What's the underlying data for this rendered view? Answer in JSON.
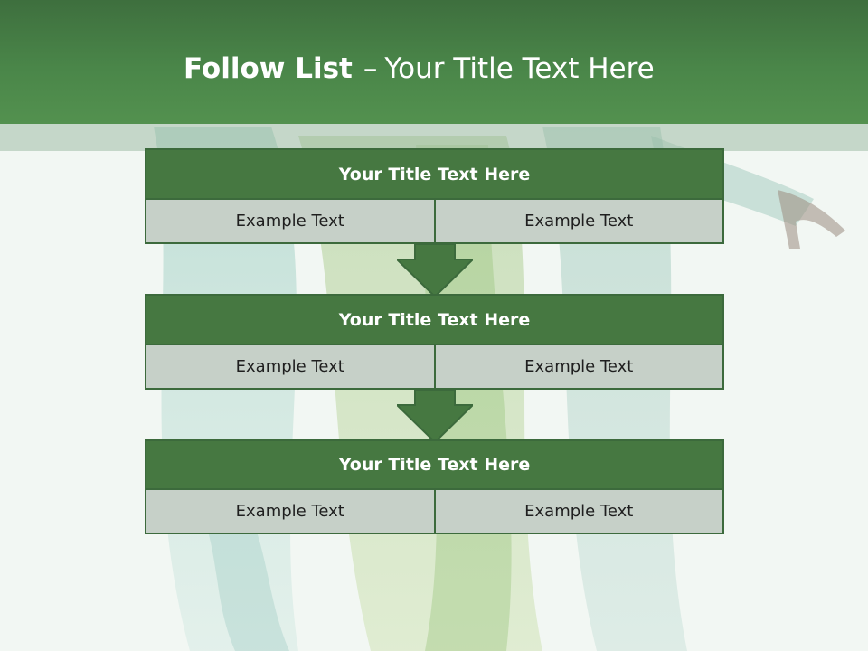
{
  "header": {
    "title_bold": "Follow List",
    "title_separator": "–",
    "title_rest": "Your Title Text Here"
  },
  "blocks": [
    {
      "title": "Your Title Text Here",
      "left": "Example Text",
      "right": "Example Text"
    },
    {
      "title": "Your Title Text Here",
      "left": "Example Text",
      "right": "Example Text"
    },
    {
      "title": "Your Title Text Here",
      "left": "Example Text",
      "right": "Example Text"
    }
  ],
  "colors": {
    "header_green": "#4a8649",
    "box_green": "#467841",
    "cell_gray": "#c6d0c8",
    "arrow_green": "#467841"
  }
}
